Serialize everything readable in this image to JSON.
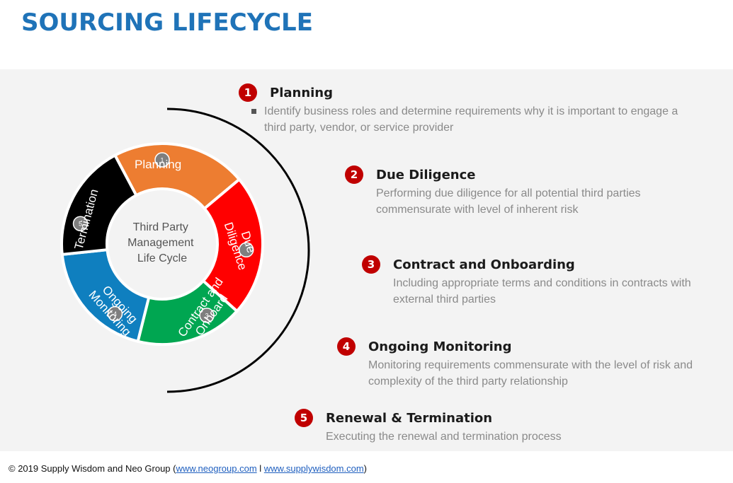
{
  "page_title": "SOURCING LIFECYCLE",
  "wheel": {
    "center_lines": [
      "Third Party",
      "Management",
      "Life Cycle"
    ],
    "segments": [
      {
        "num": "1",
        "lines": [
          "Planning"
        ],
        "color": "#ed7d31"
      },
      {
        "num": "",
        "lines": [
          "Due",
          "Diligence"
        ],
        "color": "#ff0000"
      },
      {
        "num": "3",
        "lines": [
          "Contract and",
          "Onboard"
        ],
        "color": "#00a651"
      },
      {
        "num": "4",
        "lines": [
          "Ongoing",
          "Monitoring"
        ],
        "color": "#0f7fbf"
      },
      {
        "num": "5",
        "lines": [
          "Termination"
        ],
        "color": "#000000"
      }
    ]
  },
  "steps": [
    {
      "num": "1",
      "title": "Planning",
      "desc": "Identify business roles and determine requirements why it is important to engage a third party, vendor, or service provider"
    },
    {
      "num": "2",
      "title": "Due Diligence",
      "desc": "Performing due diligence for all potential third parties commensurate with level of inherent risk"
    },
    {
      "num": "3",
      "title": "Contract and Onboarding",
      "desc": "Including appropriate terms and conditions in contracts with external third parties"
    },
    {
      "num": "4",
      "title": "Ongoing Monitoring",
      "desc": "Monitoring requirements commensurate with the level of risk and complexity of the third party relationship"
    },
    {
      "num": "5",
      "title": "Renewal & Termination",
      "desc": "Executing the renewal and termination process"
    }
  ],
  "footer": {
    "prefix": "© 2019 Supply Wisdom and Neo Group (",
    "link1": "www.neogroup.com",
    "separator": " l ",
    "link2": "www.supplywisdom.com",
    "suffix": ")"
  },
  "colors": {
    "title": "#1f73b8",
    "badge": "#c00000",
    "marker": "#7f7f7f"
  }
}
